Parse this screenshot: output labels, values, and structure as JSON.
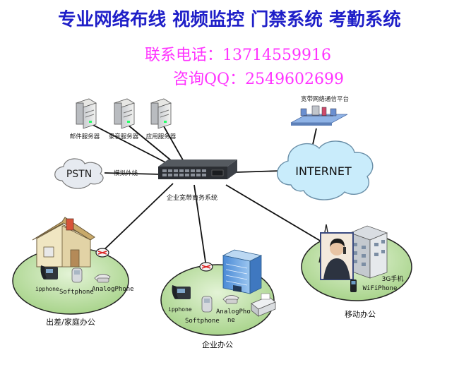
{
  "header": {
    "services": "专业网络布线 视频监控 门禁系统 考勤系统",
    "phone_line": "联系电话：13714559916",
    "qq_line": "咨询QQ：2549602699"
  },
  "colors": {
    "headline": "#1f1fc8",
    "contact": "#ff33ff",
    "internet_cloud": "#c9ecfb",
    "pstn_cloud": "#e6eaf0",
    "office_ellipse": "#bfe0a8",
    "line": "#111111"
  },
  "nodes": {
    "mail_server": "邮件服务器",
    "record_server": "录音服务器",
    "app_server": "应用服务器",
    "pstn": "PSTN",
    "analog_line": "模拟外线",
    "enterprise_system": "企业宽带商务系统",
    "internet": "INTERNET",
    "broadband_platform": "宽带网络通信平台"
  },
  "home_office": {
    "ipphone": "ipphone",
    "softphone": "Softphone",
    "analogphone": "AnalogPhone",
    "caption": "出差/家庭办公"
  },
  "enterprise_office": {
    "ipphone": "ipphone",
    "softphone": "Softphone",
    "analogphone_line1": "AnalogPho",
    "analogphone_line2": "ne",
    "caption": "企业办公"
  },
  "mobile_office": {
    "mobile_line1": "3G手机",
    "mobile_line2": "WiFiPhone",
    "caption": "移动办公"
  },
  "icons": [
    "server-icon",
    "switch-icon",
    "router-icon",
    "house-icon",
    "office-building-icon",
    "cell-tower-icon",
    "ip-phone-icon",
    "softphone-icon",
    "analog-phone-icon",
    "fax-icon",
    "mobile-phone-icon",
    "person-icon",
    "network-platform-icon"
  ]
}
